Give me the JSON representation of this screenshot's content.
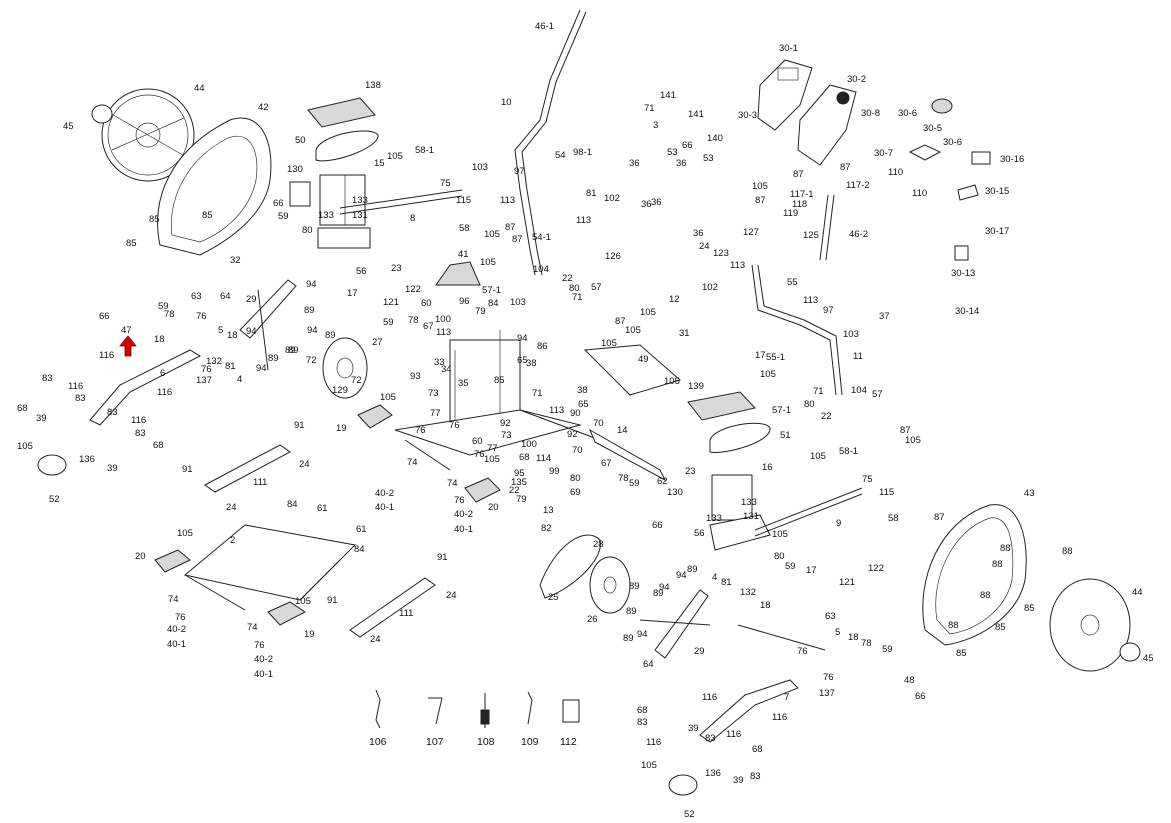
{
  "labels": {
    "l001": "45",
    "l002": "44",
    "l003": "42",
    "l004": "85",
    "l005": "85",
    "l006": "85",
    "l007": "32",
    "l008": "138",
    "l009": "50",
    "l010": "105",
    "l011": "58-1",
    "l012": "15",
    "l013": "130",
    "l014": "66",
    "l015": "133",
    "l016": "131",
    "l017": "133",
    "l018": "59",
    "l019": "80",
    "l020": "75",
    "l021": "115",
    "l022": "8",
    "l023": "56",
    "l024": "23",
    "l025": "58",
    "l026": "87",
    "l027": "105",
    "l028": "46-1",
    "l029": "10",
    "l030": "103",
    "l031": "97",
    "l032": "113",
    "l033": "54",
    "l034": "98-1",
    "l035": "81",
    "l036": "102",
    "l037": "87",
    "l038": "54-1",
    "l039": "113",
    "l040": "141",
    "l041": "71",
    "l042": "3",
    "l043": "141",
    "l044": "140",
    "l045": "66",
    "l046": "30-3",
    "l047": "30-1",
    "l048": "30-2",
    "l049": "30-8",
    "l050": "30-6",
    "l051": "30-5",
    "l052": "30-6",
    "l053": "53",
    "l054": "36",
    "l055": "36",
    "l056": "53",
    "l057": "36",
    "l058": "105",
    "l059": "87",
    "l060": "87",
    "l061": "87",
    "l062": "30-7",
    "l063": "110",
    "l064": "110",
    "l065": "30-16",
    "l066": "30-15",
    "l067": "117-1",
    "l068": "118",
    "l069": "119",
    "l070": "117-2",
    "l071": "125",
    "l072": "46-2",
    "l073": "30-17",
    "l074": "30-13",
    "l075": "36",
    "l076": "36",
    "l077": "127",
    "l078": "24",
    "l079": "123",
    "l080": "12",
    "l081": "126",
    "l082": "102",
    "l083": "113",
    "l084": "105",
    "l085": "57-1",
    "l086": "41",
    "l087": "104",
    "l088": "22",
    "l089": "80",
    "l090": "71",
    "l091": "57",
    "l092": "87",
    "l093": "105",
    "l094": "105",
    "l095": "31",
    "l096": "55",
    "l097": "113",
    "l098": "97",
    "l099": "103",
    "l100": "37",
    "l101": "30-14",
    "l102": "17",
    "l103": "121",
    "l104": "122",
    "l105": "66",
    "l106": "59",
    "l107": "78",
    "l108": "47",
    "l109": "63",
    "l110": "76",
    "l111": "18",
    "l112": "64",
    "l113": "29",
    "l114": "94",
    "l115": "89",
    "l116": "94",
    "l117": "94",
    "l118": "89",
    "l119": "89",
    "l120": "72",
    "l121": "5",
    "l122": "18",
    "l123": "132",
    "l124": "81",
    "l125": "4",
    "l126": "94",
    "l127": "89",
    "l128": "89",
    "l129": "116",
    "l130": "6",
    "l131": "137",
    "l132": "76",
    "l133": "116",
    "l134": "27",
    "l135": "72",
    "l136": "129",
    "l137": "83",
    "l138": "116",
    "l139": "68",
    "l140": "39",
    "l141": "83",
    "l142": "83",
    "l143": "116",
    "l144": "105",
    "l145": "83",
    "l146": "68",
    "l147": "136",
    "l148": "39",
    "l149": "52",
    "l150": "59",
    "l151": "78",
    "l152": "67",
    "l153": "60",
    "l154": "96",
    "l155": "100",
    "l156": "113",
    "l157": "79",
    "l158": "84",
    "l159": "103",
    "l160": "94",
    "l161": "86",
    "l162": "33",
    "l163": "34",
    "l164": "35",
    "l165": "65",
    "l166": "85",
    "l167": "93",
    "l168": "73",
    "l169": "77",
    "l170": "38",
    "l171": "71",
    "l172": "38",
    "l173": "65",
    "l174": "105",
    "l175": "49",
    "l176": "105",
    "l177": "17",
    "l178": "55-1",
    "l179": "105",
    "l180": "57-1",
    "l181": "11",
    "l182": "104",
    "l183": "71",
    "l184": "80",
    "l185": "22",
    "l186": "57",
    "l187": "87",
    "l188": "105",
    "l189": "139",
    "l190": "51",
    "l191": "19",
    "l192": "105",
    "l193": "76",
    "l194": "91",
    "l195": "24",
    "l196": "91",
    "l197": "111",
    "l198": "24",
    "l199": "74",
    "l200": "40-2",
    "l201": "40-1",
    "l202": "76",
    "l203": "73",
    "l204": "60",
    "l205": "77",
    "l206": "76",
    "l207": "105",
    "l208": "74",
    "l209": "76",
    "l210": "40-2",
    "l211": "40-1",
    "l212": "20",
    "l213": "113",
    "l214": "92",
    "l215": "100",
    "l216": "90",
    "l217": "70",
    "l218": "92",
    "l219": "70",
    "l220": "14",
    "l221": "67",
    "l222": "78",
    "l223": "59",
    "l224": "62",
    "l225": "68",
    "l226": "114",
    "l227": "95",
    "l228": "135",
    "l229": "22",
    "l230": "99",
    "l231": "79",
    "l232": "80",
    "l233": "69",
    "l234": "13",
    "l235": "82",
    "l236": "23",
    "l237": "16",
    "l238": "130",
    "l239": "133",
    "l240": "66",
    "l241": "133",
    "l242": "131",
    "l243": "56",
    "l244": "9",
    "l245": "75",
    "l246": "115",
    "l247": "58-1",
    "l248": "105",
    "l249": "58",
    "l250": "87",
    "l251": "105",
    "l252": "80",
    "l253": "59",
    "l254": "17",
    "l255": "121",
    "l256": "122",
    "l257": "43",
    "l258": "88",
    "l259": "88",
    "l260": "88",
    "l261": "88",
    "l262": "85",
    "l263": "85",
    "l264": "88",
    "l265": "85",
    "l266": "44",
    "l267": "45",
    "l268": "84",
    "l269": "61",
    "l270": "2",
    "l271": "105",
    "l272": "20",
    "l273": "61",
    "l274": "84",
    "l275": "74",
    "l276": "76",
    "l277": "40-2",
    "l278": "40-1",
    "l279": "91",
    "l280": "91",
    "l281": "111",
    "l282": "24",
    "l283": "24",
    "l284": "105",
    "l285": "19",
    "l286": "74",
    "l287": "76",
    "l288": "40-2",
    "l289": "40-1",
    "l290": "28",
    "l291": "25",
    "l292": "26",
    "l293": "89",
    "l294": "94",
    "l295": "89",
    "l296": "94",
    "l297": "89",
    "l298": "4",
    "l299": "81",
    "l300": "132",
    "l301": "18",
    "l302": "89",
    "l303": "94",
    "l304": "89",
    "l305": "64",
    "l306": "29",
    "l307": "63",
    "l308": "5",
    "l309": "18",
    "l310": "78",
    "l311": "59",
    "l312": "76",
    "l313": "48",
    "l314": "66",
    "l315": "76",
    "l316": "137",
    "l317": "116",
    "l318": "7",
    "l319": "116",
    "l320": "68",
    "l321": "83",
    "l322": "116",
    "l323": "39",
    "l324": "83",
    "l325": "116",
    "l326": "68",
    "l327": "105",
    "l328": "136",
    "l329": "39",
    "l330": "83",
    "l331": "52",
    "l332": "106",
    "l333": "107",
    "l334": "108",
    "l335": "109",
    "l336": "112"
  }
}
